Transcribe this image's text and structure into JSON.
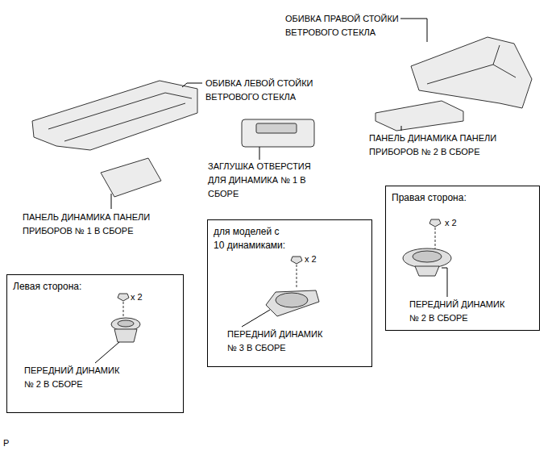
{
  "diagram": {
    "nodes": [
      {
        "text": [
          "Правая сторона:"
        ]
      },
      {
        "text": [
          "для моделей с 10 динамиками:"
        ]
      },
      {
        "text": [
          "Левая сторона:"
        ]
      }
    ],
    "labels": [
      "ОБИВКА ПРАВОЙ СТОЙКИ ВЕТРОВОГО СТЕКЛА",
      "ОБИВКА ЛЕВОЙ СТОЙКИ ВЕТРОВОГО СТЕКЛА",
      "ЗАГЛУШКА ОТВЕРСТИЯ ДЛЯ ДИНАМИКА № 1 В СБОРЕ",
      "ПАНЕЛЬ ДИНАМИКА ПАНЕЛИ ПРИБОРОВ № 2 В СБОРЕ",
      "ПАНЕЛЬ ДИНАМИКА ПАНЕЛИ ПРИБОРОВ № 1 В СБОРЕ",
      "x 2",
      "ПЕРЕДНИЙ ДИНАМИК № 3 В СБОРЕ",
      "x 2",
      "ПЕРЕДНИЙ ДИНАМИК № 2 В СБОРЕ",
      "x 2",
      "ПЕРЕДНИЙ ДИНАМИК № 2 В СБОРЕ",
      "P"
    ]
  }
}
